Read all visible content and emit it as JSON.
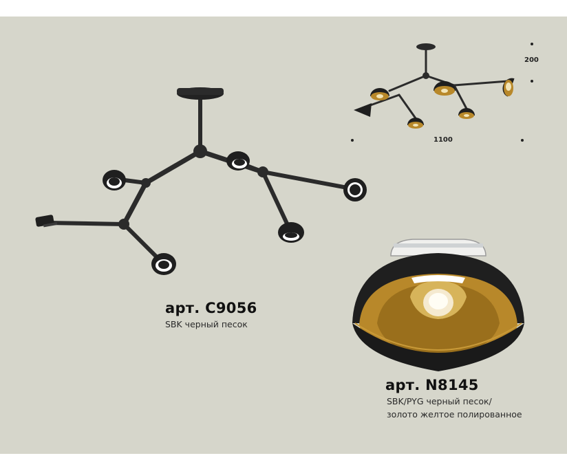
{
  "product_main": {
    "title": "арт. C9056",
    "subtitle": "SBK черный песок"
  },
  "product_shade": {
    "title": "арт. N8145",
    "subtitle_line1": "SBK/PYG черный песок/",
    "subtitle_line2": "золото желтое полированное"
  },
  "dimensions": {
    "height": "200",
    "width": "1100"
  },
  "colors": {
    "background": "#d6d6cb",
    "frame": "#2b2b2b",
    "shade_outer": "#1f1f1f",
    "shade_inner_gold": "#b8882a"
  }
}
